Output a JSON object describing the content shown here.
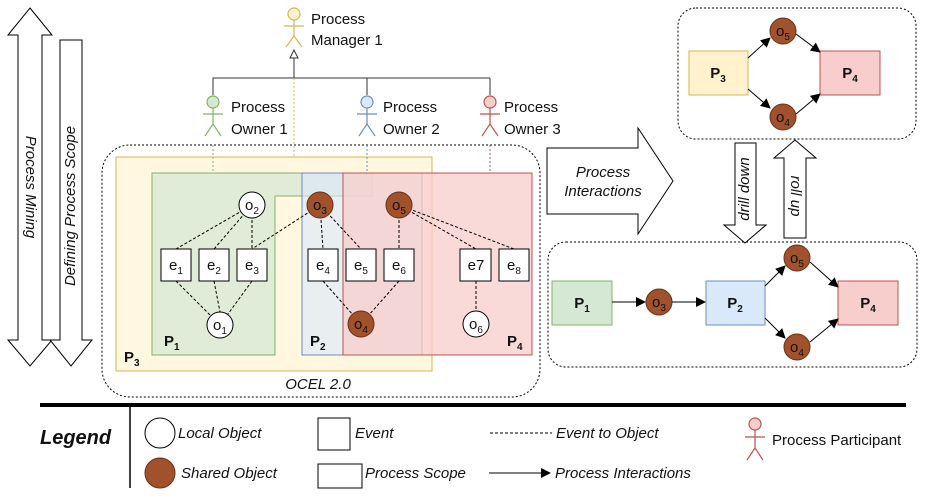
{
  "actors": {
    "manager": {
      "line1": "Process",
      "line2": "Manager 1"
    },
    "owner1": {
      "line1": "Process",
      "line2": "Owner 1"
    },
    "owner2": {
      "line1": "Process",
      "line2": "Owner 2"
    },
    "owner3": {
      "line1": "Process",
      "line2": "Owner 3"
    }
  },
  "side_arrows": {
    "process_mining": "Process Mining",
    "defining_scope": "Defining Process Scope"
  },
  "ocel": {
    "label": "OCEL 2.0",
    "scopes": {
      "p1": "P",
      "p1_sub": "1",
      "p2": "P",
      "p2_sub": "2",
      "p3": "P",
      "p3_sub": "3",
      "p4": "P",
      "p4_sub": "4"
    },
    "events": [
      {
        "base": "e",
        "sub": "1"
      },
      {
        "base": "e",
        "sub": "2"
      },
      {
        "base": "e",
        "sub": "3"
      },
      {
        "base": "e",
        "sub": "4"
      },
      {
        "base": "e",
        "sub": "5"
      },
      {
        "base": "e",
        "sub": "6"
      },
      {
        "base": "e7",
        "sub": ""
      },
      {
        "base": "e",
        "sub": "8"
      }
    ],
    "objects": [
      {
        "base": "o",
        "sub": "2"
      },
      {
        "base": "o",
        "sub": "1"
      },
      {
        "base": "o",
        "sub": "3"
      },
      {
        "base": "o",
        "sub": "4"
      },
      {
        "base": "o",
        "sub": "5"
      },
      {
        "base": "o",
        "sub": "6"
      }
    ]
  },
  "process_interactions": {
    "line1": "Process",
    "line2": "Interactions"
  },
  "drill_down": "drill down",
  "roll_up": "roll up",
  "top_diagram": {
    "p3": {
      "base": "P",
      "sub": "3"
    },
    "p4": {
      "base": "P",
      "sub": "4"
    },
    "o5": {
      "base": "o",
      "sub": "5"
    },
    "o4": {
      "base": "o",
      "sub": "4"
    }
  },
  "bottom_diagram": {
    "p1": {
      "base": "P",
      "sub": "1"
    },
    "p2": {
      "base": "P",
      "sub": "2"
    },
    "p4": {
      "base": "P",
      "sub": "4"
    },
    "o3": {
      "base": "o",
      "sub": "3"
    },
    "o5": {
      "base": "o",
      "sub": "5"
    },
    "o4": {
      "base": "o",
      "sub": "4"
    }
  },
  "legend": {
    "title": "Legend",
    "local_object": "Local Object",
    "event": "Event",
    "event_to_object": "Event to Object",
    "process_participant": "Process Participant",
    "shared_object": "Shared Object",
    "process_scope": "Process Scope",
    "process_interactions": "Process Interactions"
  },
  "colors": {
    "green_fill": "#d5e8d4",
    "green_stroke": "#82b366",
    "blue_fill": "#dae8fc",
    "blue_stroke": "#6c8ebf",
    "yellow_fill": "#fff2cc",
    "yellow_stroke": "#d6b656",
    "red_fill": "#f8cecc",
    "red_stroke": "#b85450",
    "shared_object": "#a0522d"
  }
}
